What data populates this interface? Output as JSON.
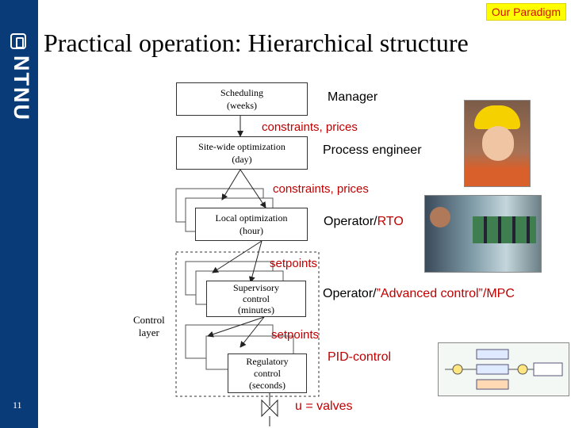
{
  "badge": "Our Paradigm",
  "title": "Practical operation: Hierarchical structure",
  "logo": "NTNU",
  "page_number": "11",
  "layers": [
    {
      "line1": "Scheduling",
      "line2": "(weeks)"
    },
    {
      "line1": "Site-wide optimization",
      "line2": "(day)"
    },
    {
      "line1": "Local optimization",
      "line2": "(hour)"
    },
    {
      "line1": "Supervisory",
      "line2": "control",
      "line3": "(minutes)"
    },
    {
      "line1": "Regulatory",
      "line2": "control",
      "line3": "(seconds)"
    }
  ],
  "roles": {
    "manager": "Manager",
    "process_engineer": "Process engineer",
    "operator_prefix": "Operator/",
    "operator_rto": "RTO",
    "operator2_prefix": "Operator/",
    "operator2_suffix": "”Advanced control”/MPC",
    "pid": "PID-control"
  },
  "flows": {
    "c1": "constraints, prices",
    "c2": "constraints, prices",
    "s1": "setpoints",
    "s2": "setpoints",
    "valves": "u = valves"
  },
  "control_layer": {
    "line1": "Control",
    "line2": "layer"
  },
  "colors": {
    "accent_red": "#c00000",
    "sidebar_blue": "#0a3b79",
    "badge_yellow": "#ffff00"
  }
}
